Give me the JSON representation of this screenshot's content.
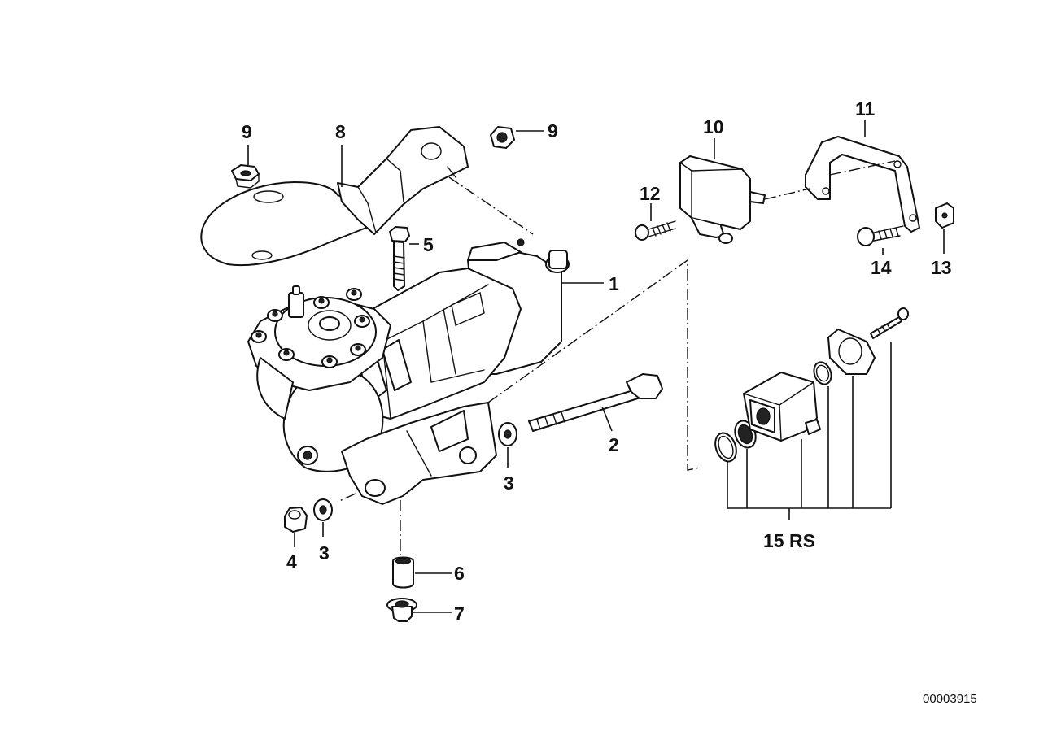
{
  "callouts": {
    "c1": "1",
    "c2": "2",
    "c3a": "3",
    "c3b": "3",
    "c4": "4",
    "c5": "5",
    "c6": "6",
    "c7": "7",
    "c8": "8",
    "c9a": "9",
    "c9b": "9",
    "c10": "10",
    "c11": "11",
    "c12": "12",
    "c13": "13",
    "c14": "14",
    "c15": "15 RS"
  },
  "document_number": "00003915"
}
